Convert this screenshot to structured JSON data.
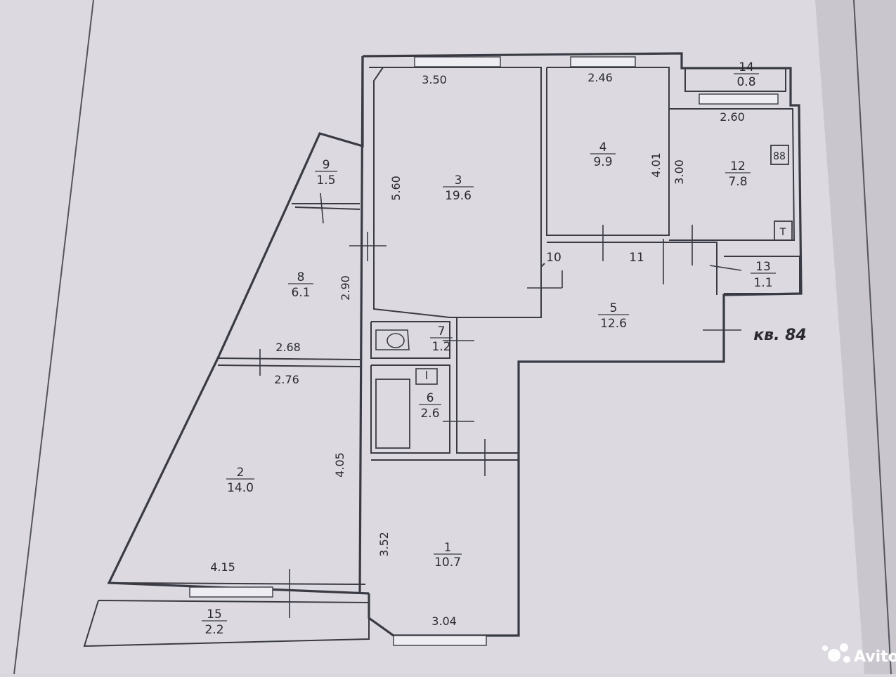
{
  "plan": {
    "apartment_label": "кв. 84",
    "rooms": [
      {
        "number": "1",
        "area": "10.7"
      },
      {
        "number": "2",
        "area": "14.0"
      },
      {
        "number": "3",
        "area": "19.6"
      },
      {
        "number": "4",
        "area": "9.9"
      },
      {
        "number": "5",
        "area": "12.6"
      },
      {
        "number": "6",
        "area": "2.6"
      },
      {
        "number": "7",
        "area": "1.2"
      },
      {
        "number": "8",
        "area": "6.1"
      },
      {
        "number": "9",
        "area": "1.5"
      },
      {
        "number": "10",
        "area": ""
      },
      {
        "number": "11",
        "area": ""
      },
      {
        "number": "12",
        "area": "7.8"
      },
      {
        "number": "13",
        "area": "1.1"
      },
      {
        "number": "14",
        "area": "0.8"
      },
      {
        "number": "15",
        "area": "2.2"
      }
    ],
    "dimensions": [
      "3.50",
      "2.46",
      "2.60",
      "5.60",
      "4.01",
      "3.00",
      "2.90",
      "2.68",
      "2.76",
      "4.05",
      "4.15",
      "3.52",
      "3.04"
    ],
    "fixtures": [
      {
        "icon": "stove-icon",
        "symbol": "88"
      },
      {
        "icon": "water-heater-icon",
        "symbol": "T"
      },
      {
        "icon": "toilet-icon"
      },
      {
        "icon": "bathtub-icon"
      },
      {
        "icon": "sink-icon"
      }
    ]
  },
  "watermark": {
    "text": "Avito"
  }
}
